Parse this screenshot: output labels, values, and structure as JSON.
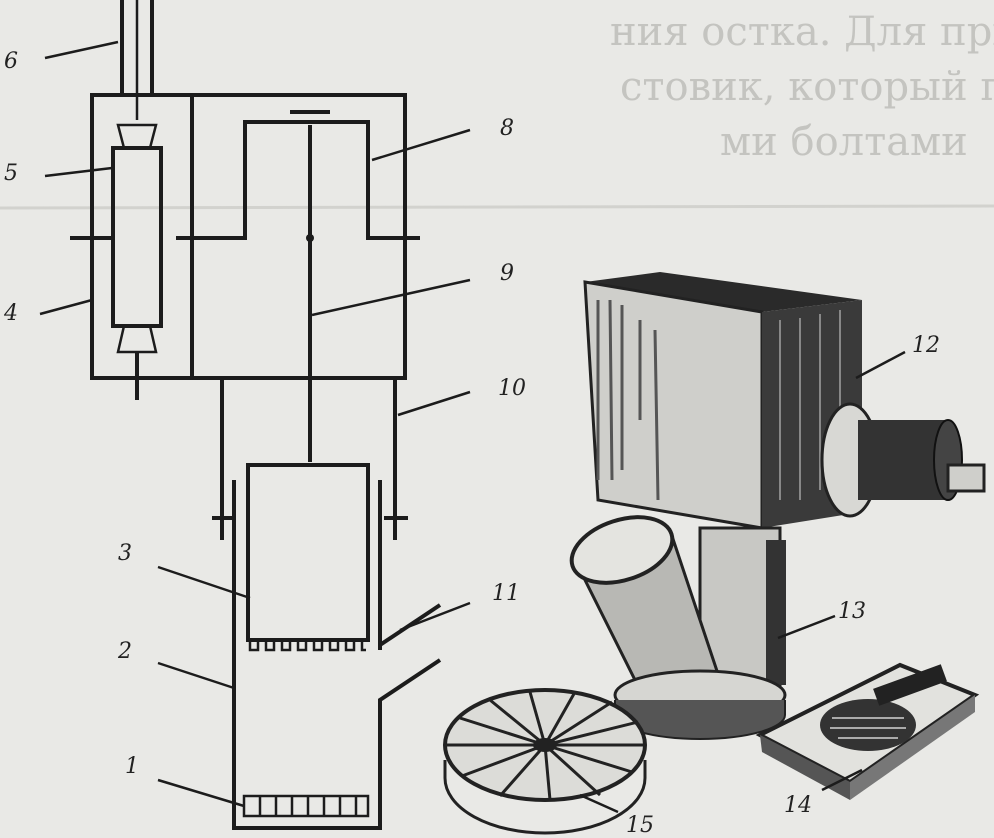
{
  "background_text": [
    "ния остка. Для применения в прво",
    "стовик, который помещается в масло",
    "ми болтами"
  ],
  "labels": [
    "1",
    "2",
    "3",
    "4",
    "5",
    "6",
    "8",
    "9",
    "10",
    "11",
    "12",
    "13",
    "14",
    "15"
  ]
}
